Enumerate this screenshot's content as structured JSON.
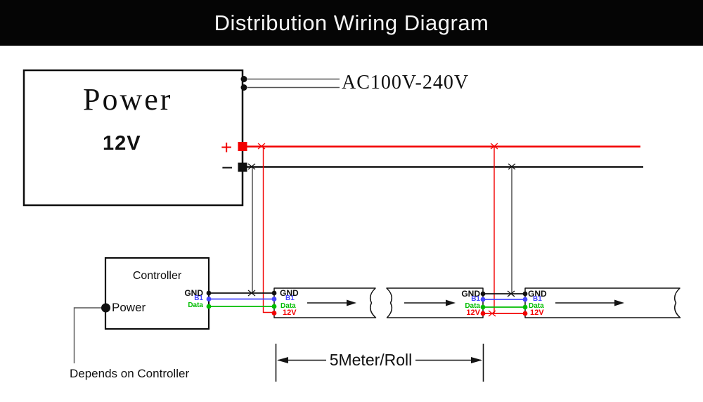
{
  "header": {
    "title": "Distribution Wiring Diagram"
  },
  "power_supply": {
    "name": "Power",
    "voltage": "12V",
    "positive_sign": "+",
    "negative_sign": "−"
  },
  "ac_input": {
    "label": "AC100V-240V"
  },
  "controller": {
    "title": "Controller",
    "power_pin": "Power",
    "pins": {
      "gnd": "GND",
      "b1": "B1",
      "data": "Data"
    }
  },
  "strip_pins": {
    "gnd": "GND",
    "b1": "B1",
    "data": "Data",
    "v12": "12V"
  },
  "annotations": {
    "roll_length": "5Meter/Roll",
    "note": "Depends on Controller"
  },
  "colors": {
    "gnd": "#101010",
    "b1": "#4646ff",
    "data": "#00bd00",
    "v12": "#f20000",
    "ac_wire": "#555555",
    "drop_wire": "#444444",
    "ink": "#101010"
  }
}
